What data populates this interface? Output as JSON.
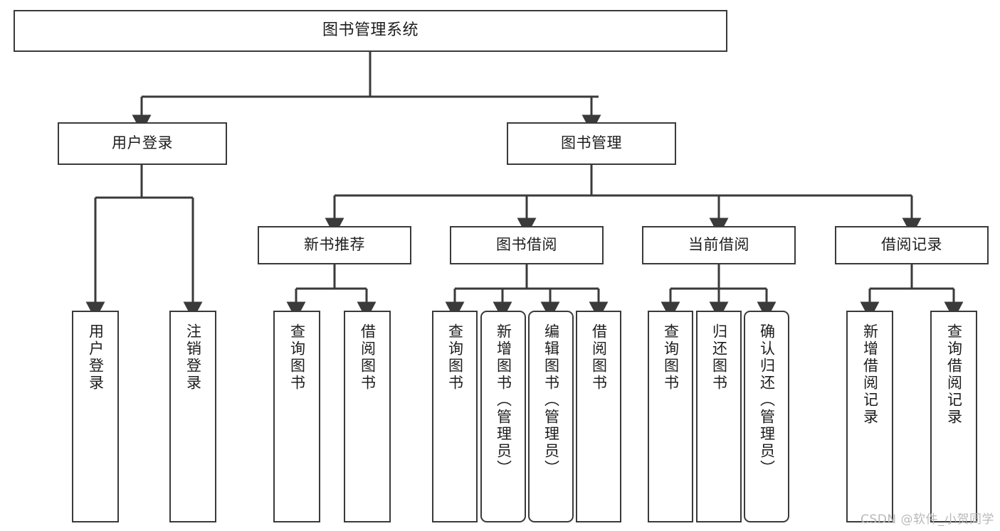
{
  "diagram": {
    "title": "图书管理系统",
    "type": "tree-hierarchy",
    "root": {
      "label": "图书管理系统"
    },
    "level2": [
      {
        "label": "用户登录"
      },
      {
        "label": "图书管理"
      }
    ],
    "level3": [
      {
        "label": "新书推荐"
      },
      {
        "label": "图书借阅"
      },
      {
        "label": "当前借阅"
      },
      {
        "label": "借阅记录"
      }
    ],
    "leaves": {
      "user_login": [
        {
          "label": "用户登录",
          "rounded": false
        },
        {
          "label": "注销登录",
          "rounded": false
        }
      ],
      "new_book_recommend": [
        {
          "label": "查询图书",
          "rounded": false
        },
        {
          "label": "借阅图书",
          "rounded": false
        }
      ],
      "book_borrow": [
        {
          "label": "查询图书",
          "rounded": false
        },
        {
          "label": "新增图书（管理员）",
          "rounded": true
        },
        {
          "label": "编辑图书（管理员）",
          "rounded": true
        },
        {
          "label": "借阅图书",
          "rounded": false
        }
      ],
      "current_borrow": [
        {
          "label": "查询图书",
          "rounded": false
        },
        {
          "label": "归还图书",
          "rounded": false
        },
        {
          "label": "确认归还（管理员）",
          "rounded": true
        }
      ],
      "borrow_record": [
        {
          "label": "新增借阅记录",
          "rounded": false
        },
        {
          "label": "查询借阅记录",
          "rounded": false
        }
      ]
    }
  },
  "watermark": {
    "text": "CSDN @软件_小贺同学"
  },
  "colors": {
    "background": "#ffffff",
    "box_fill": "#ffffff",
    "box_border": "#3a3a3a",
    "connector": "#3a3a3a",
    "text": "#1d1d1d",
    "watermark": "#b9b9b9"
  }
}
